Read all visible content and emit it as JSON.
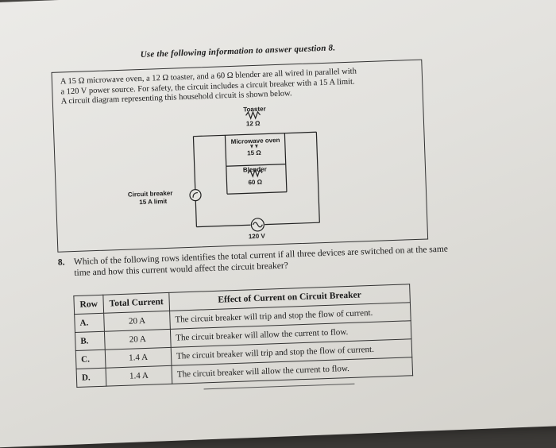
{
  "instruction": "Use the following information to answer question 8.",
  "problem": {
    "line1": "A 15 Ω microwave oven, a 12 Ω toaster, and a 60 Ω blender are all wired in parallel with",
    "line2": "a 120 V power source. For safety, the circuit includes a circuit breaker with a 15 A limit.",
    "line3": "A circuit diagram representing this household circuit is shown below."
  },
  "circuit": {
    "toaster_label": "Toaster",
    "toaster_value": "12 Ω",
    "microwave_label": "Microwave oven",
    "microwave_value": "15 Ω",
    "blender_label": "Blender",
    "blender_value": "60 Ω",
    "breaker_label": "Circuit breaker",
    "breaker_limit": "15 A limit",
    "source_value": "120 V"
  },
  "question": {
    "number": "8.",
    "text": "Which of the following rows identifies the total current if all three devices are switched on at the same time and how this current would affect the circuit breaker?"
  },
  "table": {
    "headers": [
      "Row",
      "Total Current",
      "Effect of Current on Circuit Breaker"
    ],
    "rows": [
      {
        "row": "A.",
        "current": "20 A",
        "effect": "The circuit breaker will trip and stop the flow of current."
      },
      {
        "row": "B.",
        "current": "20 A",
        "effect": "The circuit breaker will allow the current to flow."
      },
      {
        "row": "C.",
        "current": "1.4 A",
        "effect": "The circuit breaker will trip and stop the flow of current."
      },
      {
        "row": "D.",
        "current": "1.4 A",
        "effect": "The circuit breaker will allow the current to flow."
      }
    ]
  }
}
